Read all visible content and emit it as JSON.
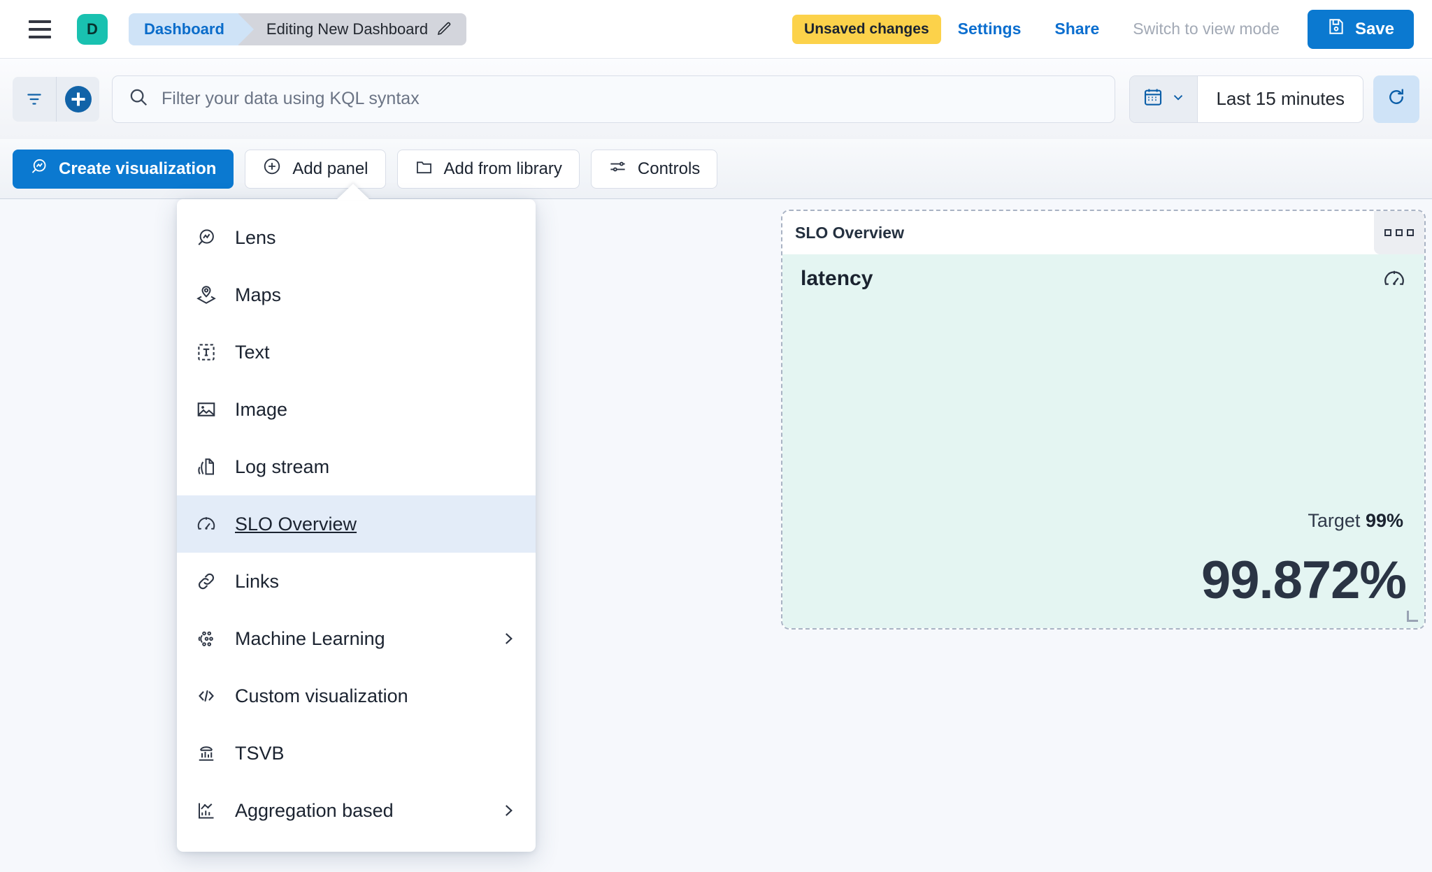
{
  "header": {
    "menu_icon": "hamburger-menu-icon",
    "avatar_letter": "D",
    "breadcrumb_home": "Dashboard",
    "breadcrumb_current": "Editing New Dashboard",
    "edit_icon": "pencil-icon",
    "unsaved_badge": "Unsaved changes",
    "settings_link": "Settings",
    "share_link": "Share",
    "view_mode_link": "Switch to view mode",
    "save_label": "Save",
    "save_icon": "save-disk-icon",
    "accent_blue": "#0b79d0",
    "badge_yellow": "#fcd24a",
    "avatar_teal": "#19c1b0"
  },
  "querybar": {
    "filter_icon": "filter-icon",
    "add_filter_icon": "plus-circle-icon",
    "search_icon": "search-icon",
    "placeholder": "Filter your data using KQL syntax",
    "value": "",
    "calendar_icon": "calendar-icon",
    "chevron_icon": "chevron-down-icon",
    "time_range": "Last 15 minutes",
    "refresh_icon": "refresh-icon"
  },
  "toolbar": {
    "buttons": [
      {
        "label": "Create visualization",
        "icon": "lens-icon",
        "primary": true
      },
      {
        "label": "Add panel",
        "icon": "plus-circle-outline-icon",
        "primary": false
      },
      {
        "label": "Add from library",
        "icon": "folder-icon",
        "primary": false
      },
      {
        "label": "Controls",
        "icon": "controls-sliders-icon",
        "primary": false
      }
    ]
  },
  "add_panel_menu": {
    "items": [
      {
        "label": "Lens",
        "icon": "lens-icon",
        "has_submenu": false,
        "selected": false
      },
      {
        "label": "Maps",
        "icon": "map-marker-layers-icon",
        "has_submenu": false,
        "selected": false
      },
      {
        "label": "Text",
        "icon": "text-box-icon",
        "has_submenu": false,
        "selected": false
      },
      {
        "label": "Image",
        "icon": "image-icon",
        "has_submenu": false,
        "selected": false
      },
      {
        "label": "Log stream",
        "icon": "log-stream-icon",
        "has_submenu": false,
        "selected": false
      },
      {
        "label": "SLO Overview",
        "icon": "gauge-icon",
        "has_submenu": false,
        "selected": true
      },
      {
        "label": "Links",
        "icon": "link-chain-icon",
        "has_submenu": false,
        "selected": false
      },
      {
        "label": "Machine Learning",
        "icon": "machine-learning-icon",
        "has_submenu": true,
        "selected": false
      },
      {
        "label": "Custom visualization",
        "icon": "code-brackets-icon",
        "has_submenu": false,
        "selected": false
      },
      {
        "label": "TSVB",
        "icon": "tsvb-chart-icon",
        "has_submenu": false,
        "selected": false
      },
      {
        "label": "Aggregation based",
        "icon": "aggregation-chart-icon",
        "has_submenu": true,
        "selected": false
      }
    ],
    "submenu_arrow_icon": "chevron-right-icon"
  },
  "slo_panel": {
    "panel_title": "SLO Overview",
    "context_menu_icon": "panel-context-menu-icon",
    "gauge_icon": "gauge-icon",
    "slo_name": "latency",
    "target_label": "Target",
    "target_value": "99%",
    "sli_value": "99.872%",
    "body_bg": "#e4f5f2",
    "resize_handle_icon": "resize-handle-icon"
  }
}
